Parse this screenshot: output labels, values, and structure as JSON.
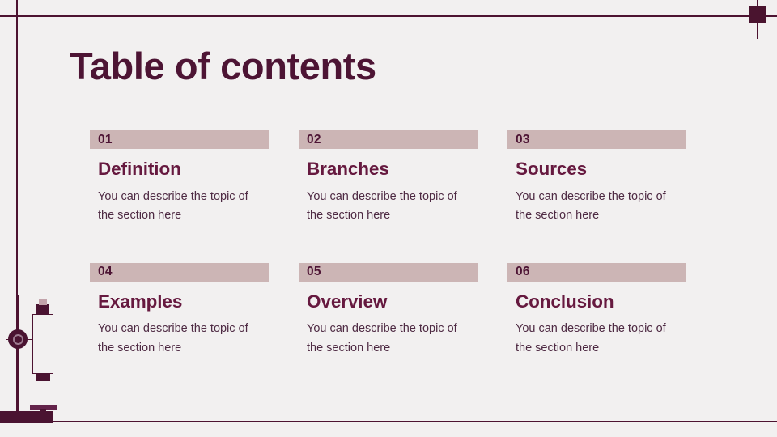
{
  "slide": {
    "title": "Table of contents",
    "background_color": "#f2f0f0",
    "accent_color": "#4d1434",
    "badge_color": "#ccb5b5",
    "heading_color": "#66193f",
    "body_text_color": "#4e2a43"
  },
  "toc": {
    "rows": [
      {
        "items": [
          {
            "number": "01",
            "heading": "Definition",
            "description": "You can describe the topic of the section here"
          },
          {
            "number": "02",
            "heading": "Branches",
            "description": "You can describe the topic of the section here"
          },
          {
            "number": "03",
            "heading": "Sources",
            "description": "You can describe the topic of the section here"
          }
        ]
      },
      {
        "items": [
          {
            "number": "04",
            "heading": "Examples",
            "description": "You can describe the topic of the section here"
          },
          {
            "number": "05",
            "heading": "Overview",
            "description": "You can describe the topic of the section here"
          },
          {
            "number": "06",
            "heading": "Conclusion",
            "description": "You can describe the topic of the section here"
          }
        ]
      }
    ]
  },
  "decorations": {
    "lab_stand": "laboratory-burette-stand",
    "corner_marker": "top-right-square-marker"
  }
}
